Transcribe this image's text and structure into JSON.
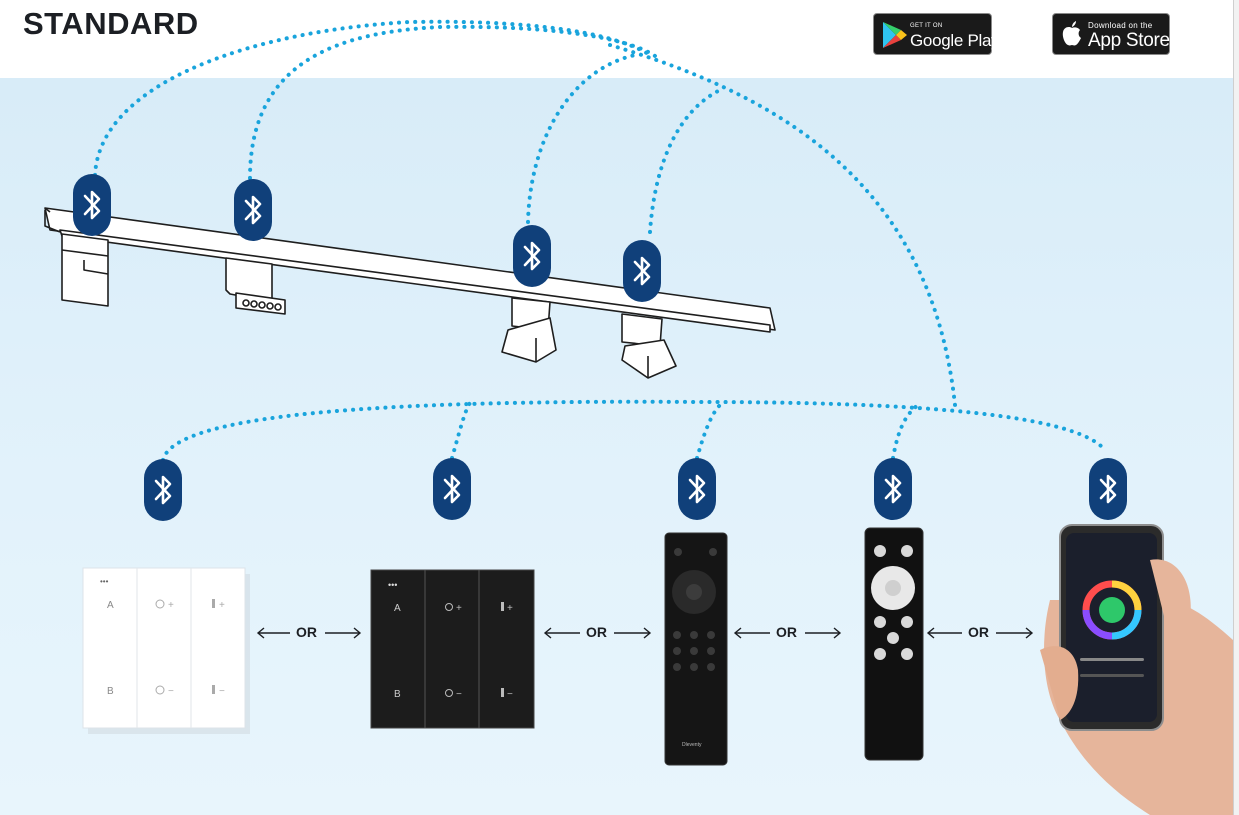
{
  "header": {
    "title": "STANDARD"
  },
  "stores": {
    "google_small": "GET IT ON",
    "google_big": "Google Play",
    "apple_small": "Download on the",
    "apple_big": "App Store"
  },
  "connector": "OR",
  "wall_switch_white": {
    "dots": "•••",
    "a": "A",
    "b": "B"
  },
  "wall_switch_black": {
    "dots": "•••",
    "a": "A",
    "b": "B"
  },
  "remote_brand": "Dleventy",
  "colors": {
    "bluetooth_badge": "#10407a",
    "dotted_link": "#19a4dc",
    "background_panel": "#dcedf8",
    "title": "#1c1f24"
  },
  "icons": [
    "bluetooth-icon",
    "google-play-icon",
    "apple-icon",
    "sun-icon",
    "thermometer-icon",
    "arrow-left-icon",
    "arrow-right-icon"
  ]
}
